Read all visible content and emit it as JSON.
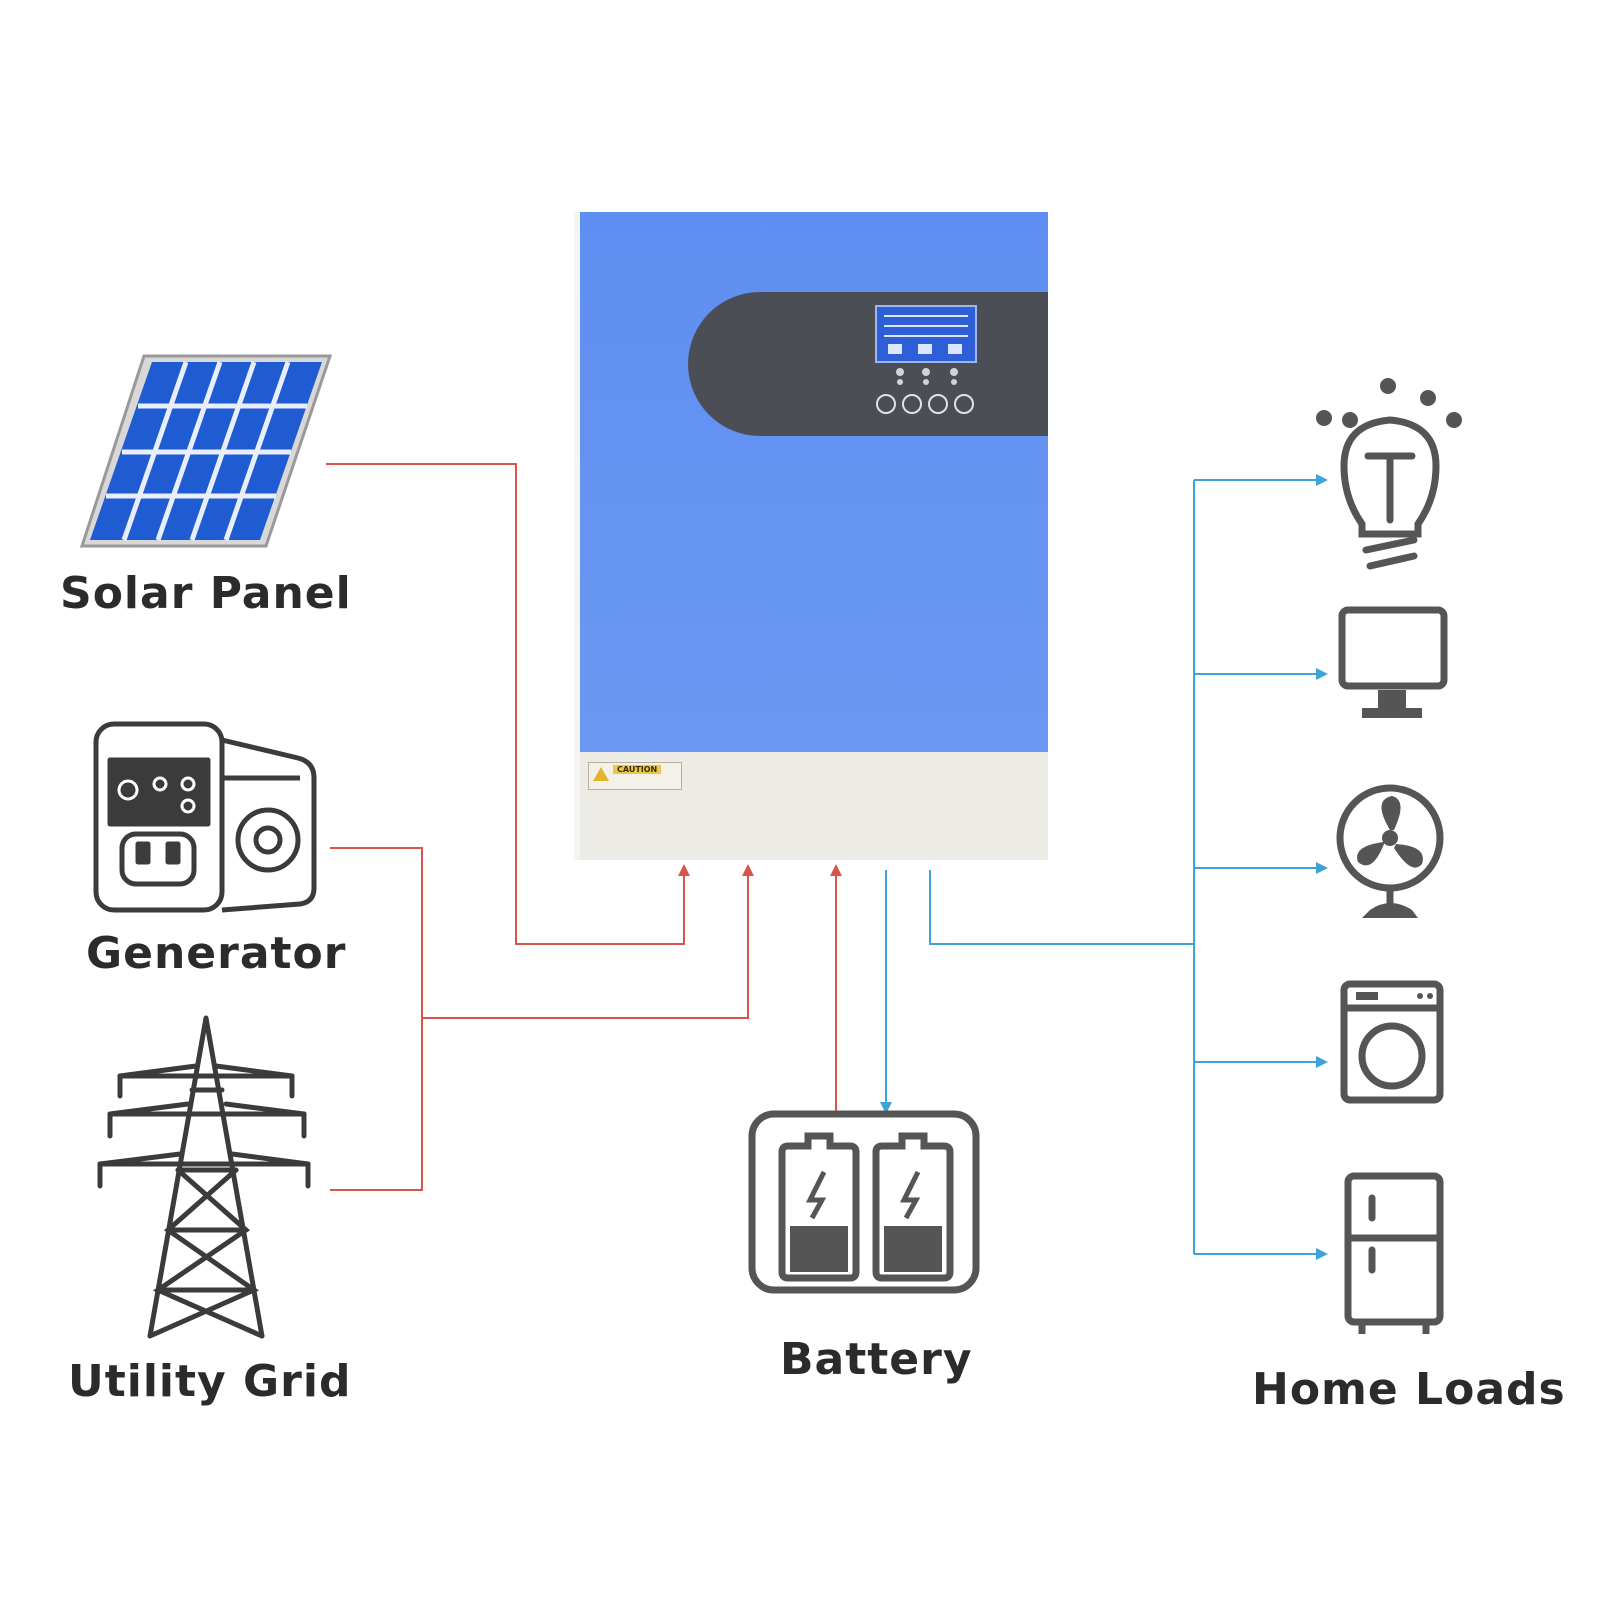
{
  "diagram": {
    "labels": {
      "solar_panel": "Solar Panel",
      "generator": "Generator",
      "utility_grid": "Utility Grid",
      "battery": "Battery",
      "home_loads": "Home Loads"
    },
    "caution_label": "CAUTION",
    "colors": {
      "inverter_blue": "#5d8df0",
      "inverter_blue_dark": "#4a73d8",
      "inverter_base": "#ecebe6",
      "panel_dark": "#4b4f55",
      "input_line": "#d9534f",
      "output_line": "#3fa3d8",
      "icon_gray": "#555555",
      "solar_cell": "#1f5bd1",
      "text": "#2b2b2b"
    },
    "icons": {
      "solar": "solar-panel-icon",
      "generator": "generator-icon",
      "grid": "transmission-tower-icon",
      "battery": "battery-pack-icon",
      "lightbulb": "lightbulb-icon",
      "monitor": "monitor-icon",
      "fan": "fan-icon",
      "washer": "washing-machine-icon",
      "fridge": "refrigerator-icon",
      "inverter": "hybrid-inverter-icon"
    }
  }
}
